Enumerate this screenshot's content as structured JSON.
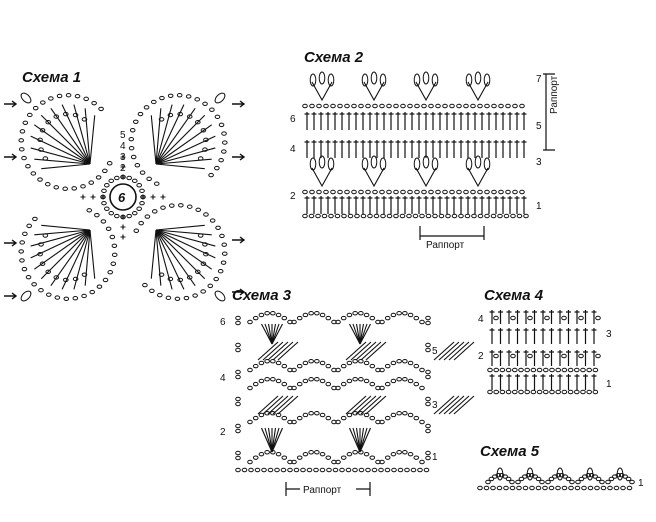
{
  "ink": "#111111",
  "background": "#ffffff",
  "scheme1": {
    "title": "Схема 1",
    "center_label": "6",
    "ring_labels": [
      "5",
      "4",
      "3",
      "2"
    ]
  },
  "scheme2": {
    "title": "Схема 2",
    "row_labels": [
      "7",
      "6",
      "5",
      "4",
      "3",
      "2",
      "1"
    ],
    "rapport_label": "Раппорт",
    "rapport_vertical_label": "Раппорт"
  },
  "scheme3": {
    "title": "Схема 3",
    "row_labels": [
      "6",
      "5",
      "4",
      "3",
      "2",
      "1"
    ],
    "rapport_label": "Раппорт"
  },
  "scheme4": {
    "title": "Схема 4",
    "row_labels": [
      "4",
      "3",
      "2",
      "1"
    ]
  },
  "scheme5": {
    "title": "Схема 5",
    "row_labels": [
      "1"
    ]
  }
}
